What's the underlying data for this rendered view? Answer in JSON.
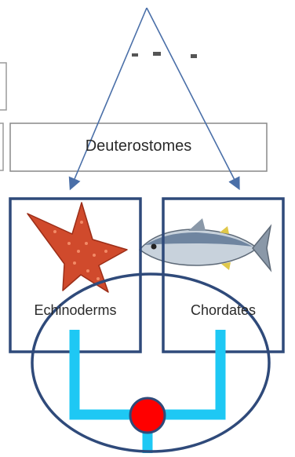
{
  "diagram": {
    "header_label": "Deuterostomes",
    "groups": [
      {
        "label": "Echinoderms",
        "image_icon": "starfish-icon"
      },
      {
        "label": "Chordates",
        "image_icon": "tuna-fish-icon"
      }
    ],
    "colors": {
      "box_border": "#2f4a7a",
      "arrow": "#4a6fa8",
      "tree_branch": "#1ec8f4",
      "node": "#ff0000",
      "ellipse": "#2f4a7a",
      "header_box_border": "#888888"
    }
  }
}
